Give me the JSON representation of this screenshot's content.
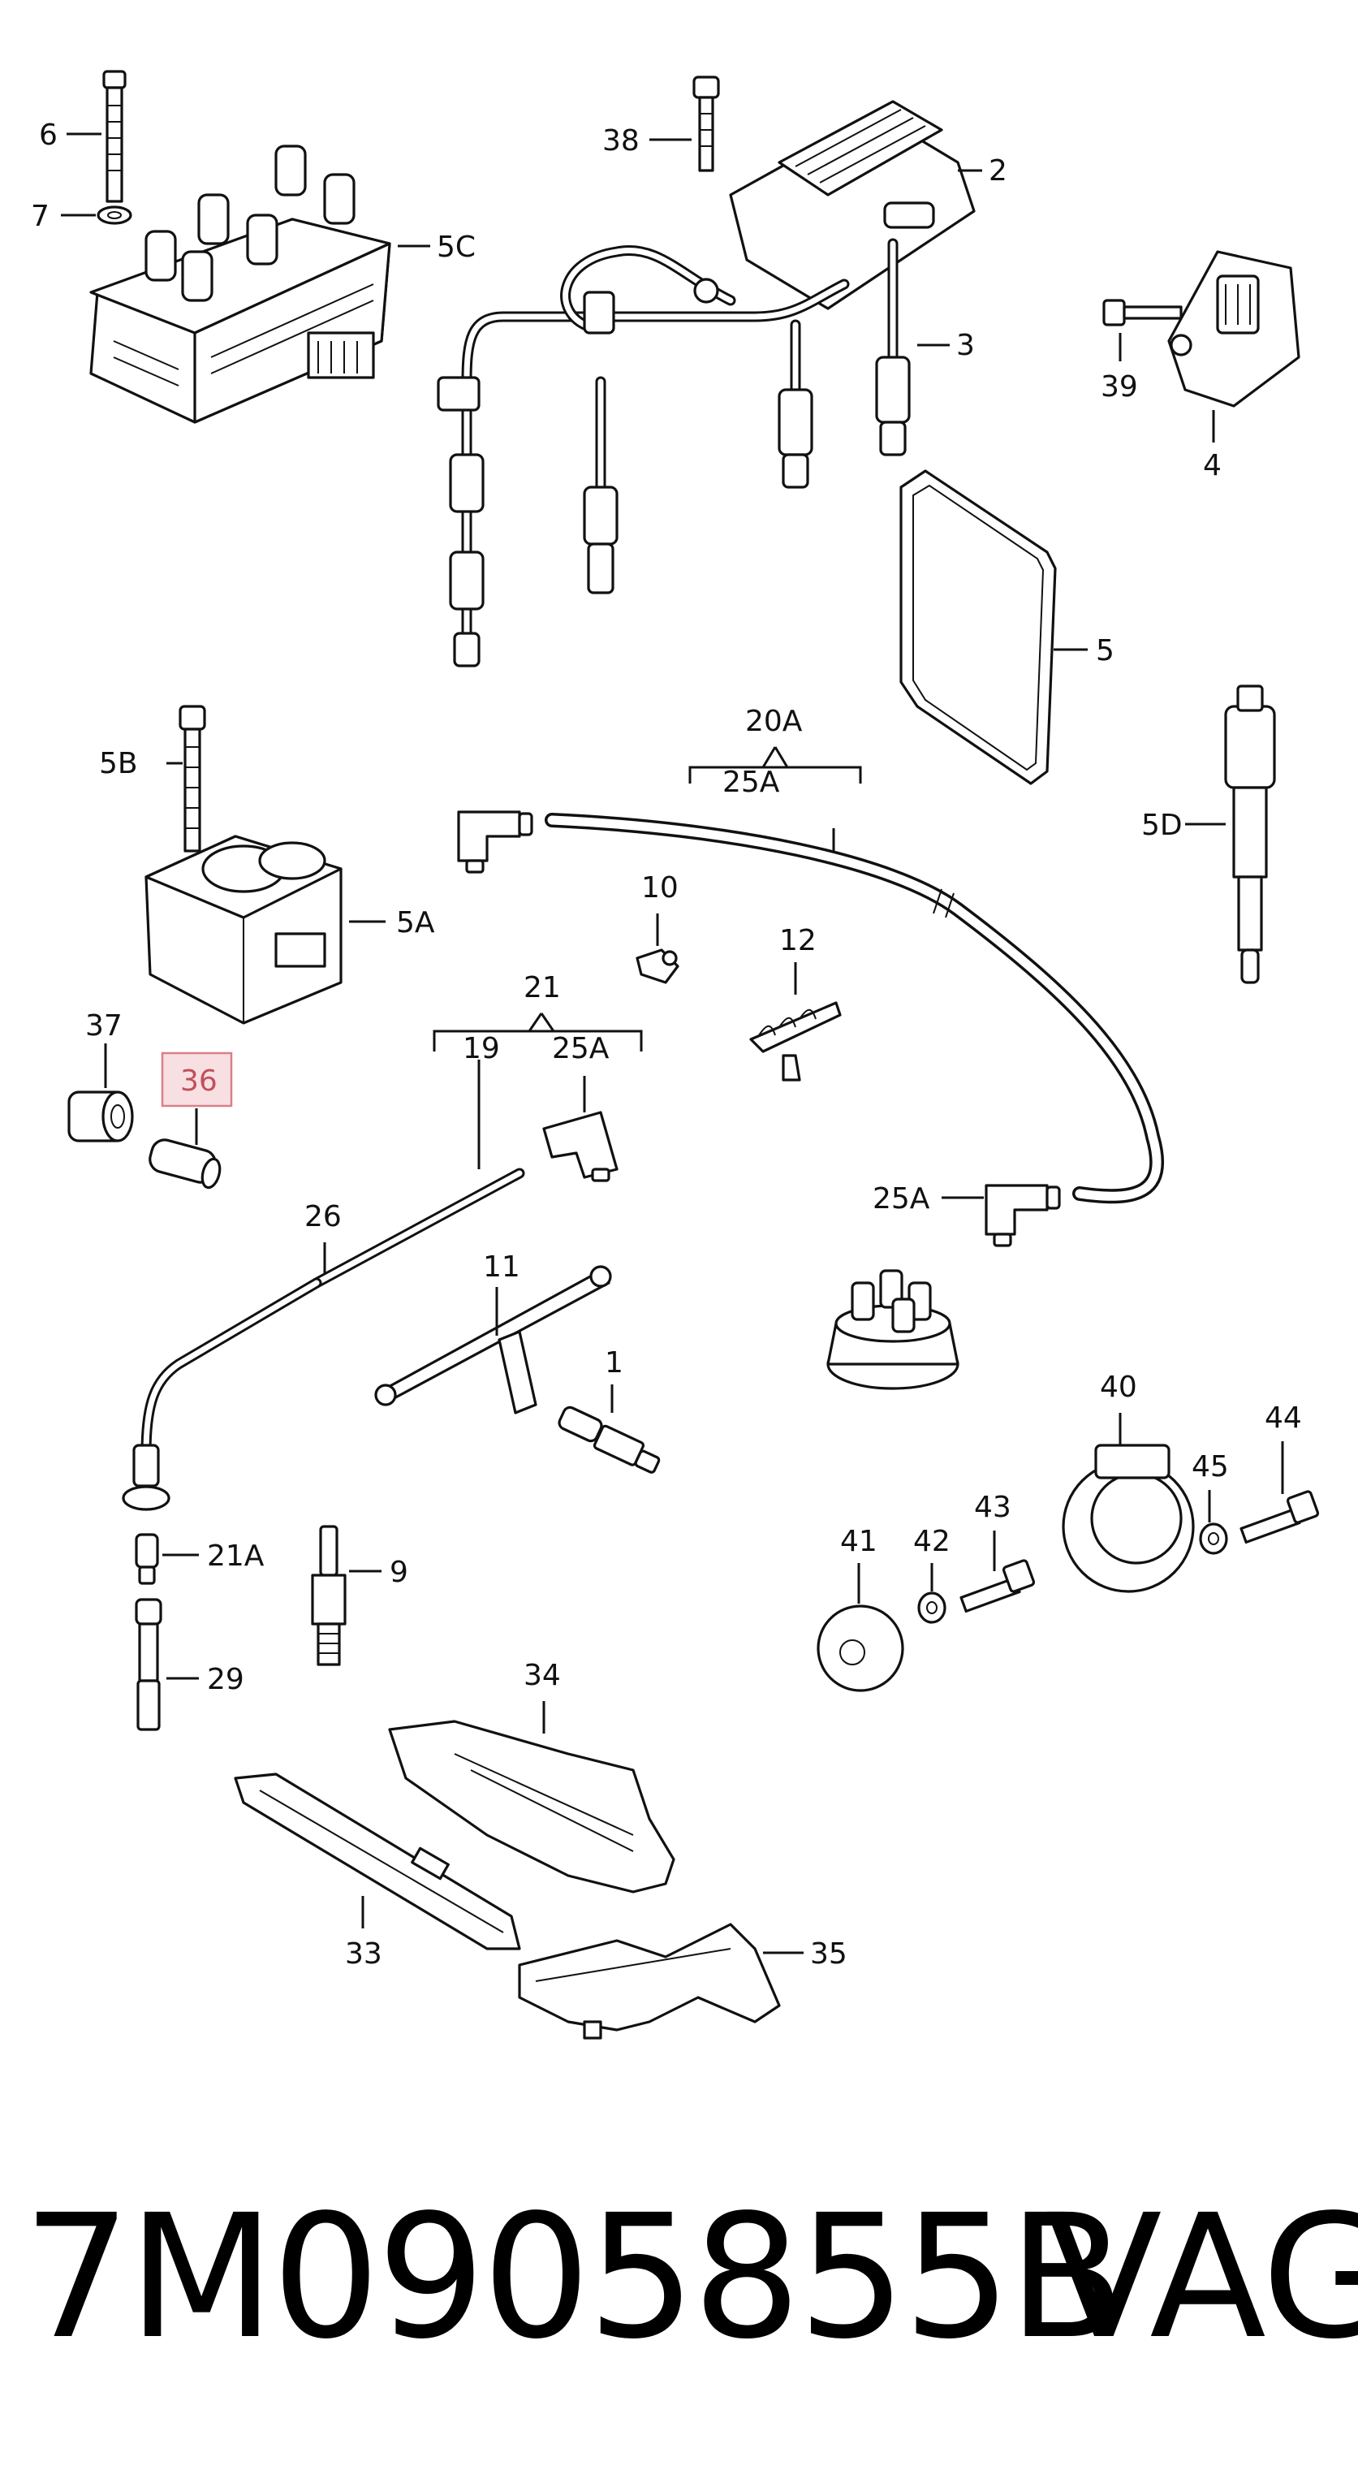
{
  "callouts": {
    "c1": "1",
    "c2": "2",
    "c3": "3",
    "c4": "4",
    "c5": "5",
    "c5a": "5A",
    "c5b": "5B",
    "c5c": "5C",
    "c5d": "5D",
    "c6": "6",
    "c7": "7",
    "c9": "9",
    "c10": "10",
    "c11": "11",
    "c12": "12",
    "c19": "19",
    "c20a": "20A",
    "c21": "21",
    "c21a": "21A",
    "c25a_top": "25A",
    "c25a_mid": "25A",
    "c25a_bot": "25A",
    "c26": "26",
    "c29": "29",
    "c33": "33",
    "c34": "34",
    "c35": "35",
    "c36": "36",
    "c37": "37",
    "c38": "38",
    "c39": "39",
    "c40": "40",
    "c41": "41",
    "c42": "42",
    "c43": "43",
    "c44": "44",
    "c45": "45"
  },
  "highlighted_callout": "36",
  "highlight_color": "#f8dfe2",
  "footer": {
    "part_number": "7M0905855B",
    "brand": "VAG"
  }
}
